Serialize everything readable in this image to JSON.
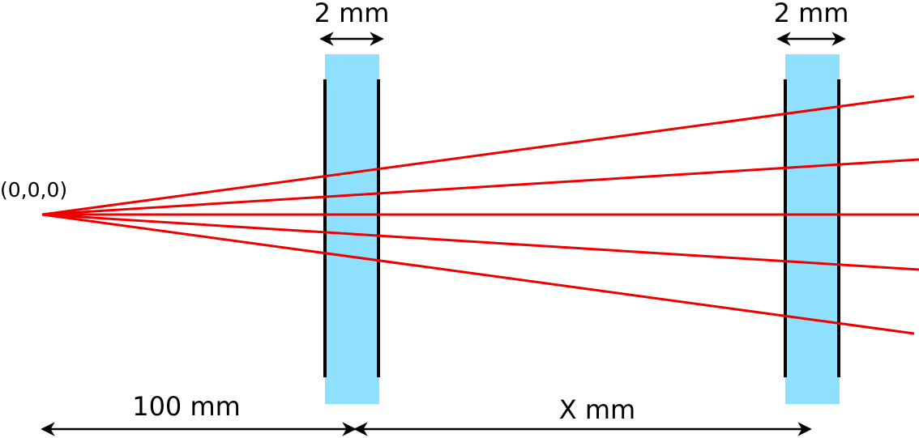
{
  "diagram": {
    "origin_label": "(0,0,0)",
    "detectors": [
      {
        "thickness_label": "2 mm"
      },
      {
        "thickness_label": "2 mm"
      }
    ],
    "distances": [
      {
        "label": "100 mm"
      },
      {
        "label": "X mm"
      }
    ],
    "rays": [
      {
        "direction": "upper"
      },
      {
        "direction": "upper-middle"
      },
      {
        "direction": "center"
      },
      {
        "direction": "lower-middle"
      },
      {
        "direction": "lower"
      }
    ],
    "colors": {
      "detector_fill": "#8fdfff",
      "detector_edge": "#000000",
      "ray": "#ee0000",
      "dimension": "#000000"
    }
  }
}
